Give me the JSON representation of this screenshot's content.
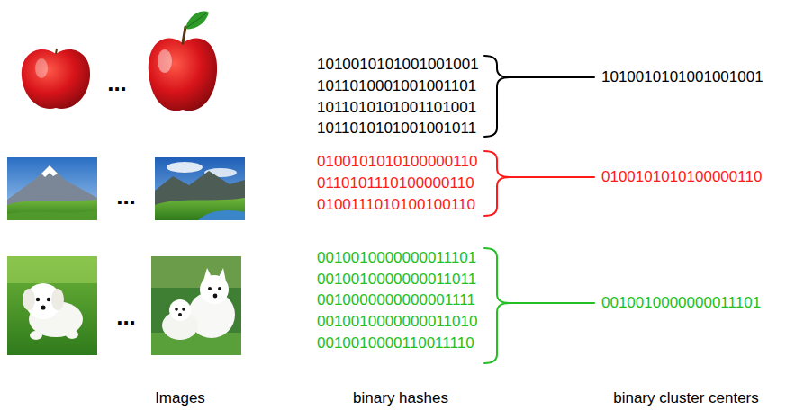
{
  "diagram": {
    "labels": [
      "...",
      "1010010101001001001",
      "1011010001001001101",
      "1011010101001101001",
      "1011010101001001011",
      "1010010101001001001",
      "...",
      "0100101010100000110",
      "0110101110100000110",
      "0100111010100100110",
      "0100101010100000110",
      "...",
      "0010010000000011101",
      "0010010000000011011",
      "0010000000000001111",
      "0010010000000011010",
      "0010010000110011110",
      "0010010000000011101",
      "Images",
      "binary hashes",
      "binary cluster centers"
    ]
  }
}
